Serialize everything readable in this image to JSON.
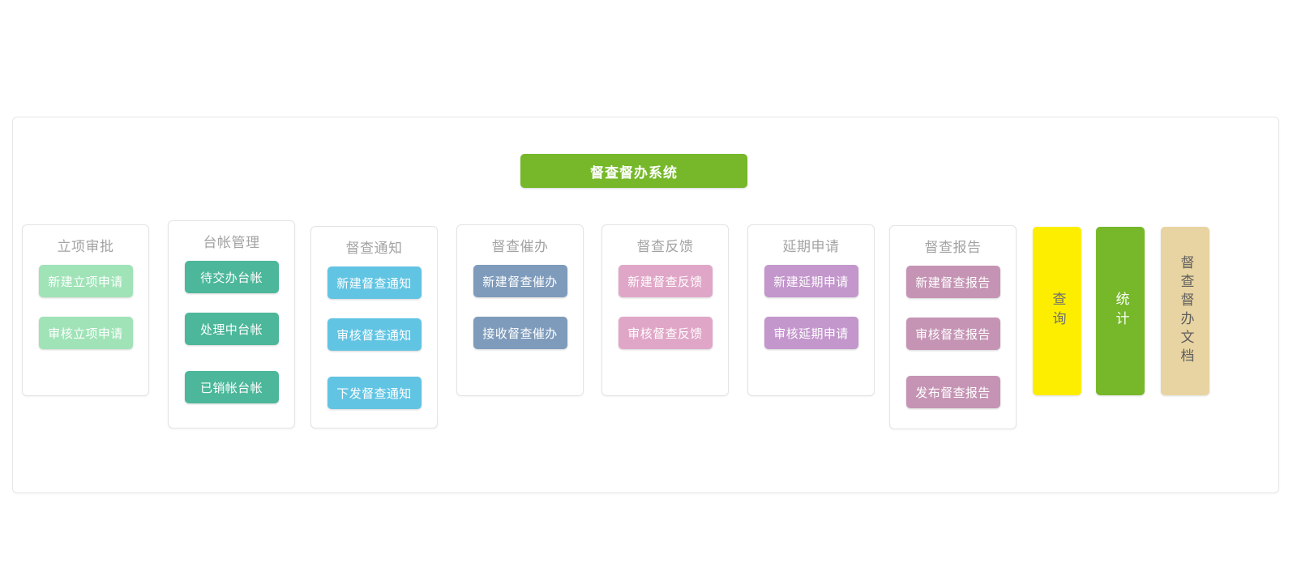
{
  "system": {
    "title": "督查督办系统",
    "title_bg": "#76b82a",
    "title_color": "#ffffff"
  },
  "columns": [
    {
      "id": "project-approval",
      "title": "立项审批",
      "btn_bg": "#9fe3b7",
      "buttons": [
        {
          "label": "新建立项申请"
        },
        {
          "label": "审核立项申请"
        }
      ]
    },
    {
      "id": "ledger-management",
      "title": "台帐管理",
      "btn_bg": "#4cb79a",
      "buttons": [
        {
          "label": "待交办台帐"
        },
        {
          "label": "处理中台帐"
        },
        {
          "label": "已销帐台帐"
        }
      ]
    },
    {
      "id": "supervision-notice",
      "title": "督查通知",
      "btn_bg": "#62c4e3",
      "buttons": [
        {
          "label": "新建督查通知"
        },
        {
          "label": "审核督查通知"
        },
        {
          "label": "下发督查通知"
        }
      ]
    },
    {
      "id": "supervision-reminder",
      "title": "督查催办",
      "btn_bg": "#7e9bbb",
      "buttons": [
        {
          "label": "新建督查催办"
        },
        {
          "label": "接收督查催办"
        }
      ]
    },
    {
      "id": "supervision-feedback",
      "title": "督查反馈",
      "btn_bg": "#e0a6c7",
      "buttons": [
        {
          "label": "新建督查反馈"
        },
        {
          "label": "审核督查反馈"
        }
      ]
    },
    {
      "id": "extension-request",
      "title": "延期申请",
      "btn_bg": "#c396cc",
      "buttons": [
        {
          "label": "新建延期申请"
        },
        {
          "label": "审核延期申请"
        }
      ]
    },
    {
      "id": "supervision-report",
      "title": "督查报告",
      "btn_bg": "#c594b4",
      "buttons": [
        {
          "label": "新建督查报告"
        },
        {
          "label": "审核督查报告"
        },
        {
          "label": "发布督查报告"
        }
      ]
    }
  ],
  "side_tiles": [
    {
      "id": "query",
      "label": "查询",
      "bg": "#fdee00",
      "color": "#6f6f6f"
    },
    {
      "id": "statistics",
      "label": "统计",
      "bg": "#76b82a",
      "color": "#ffffff"
    },
    {
      "id": "supervision-documents",
      "label": "督查督办文档",
      "bg": "#e8d4a2",
      "color": "#5e5e5e"
    }
  ]
}
